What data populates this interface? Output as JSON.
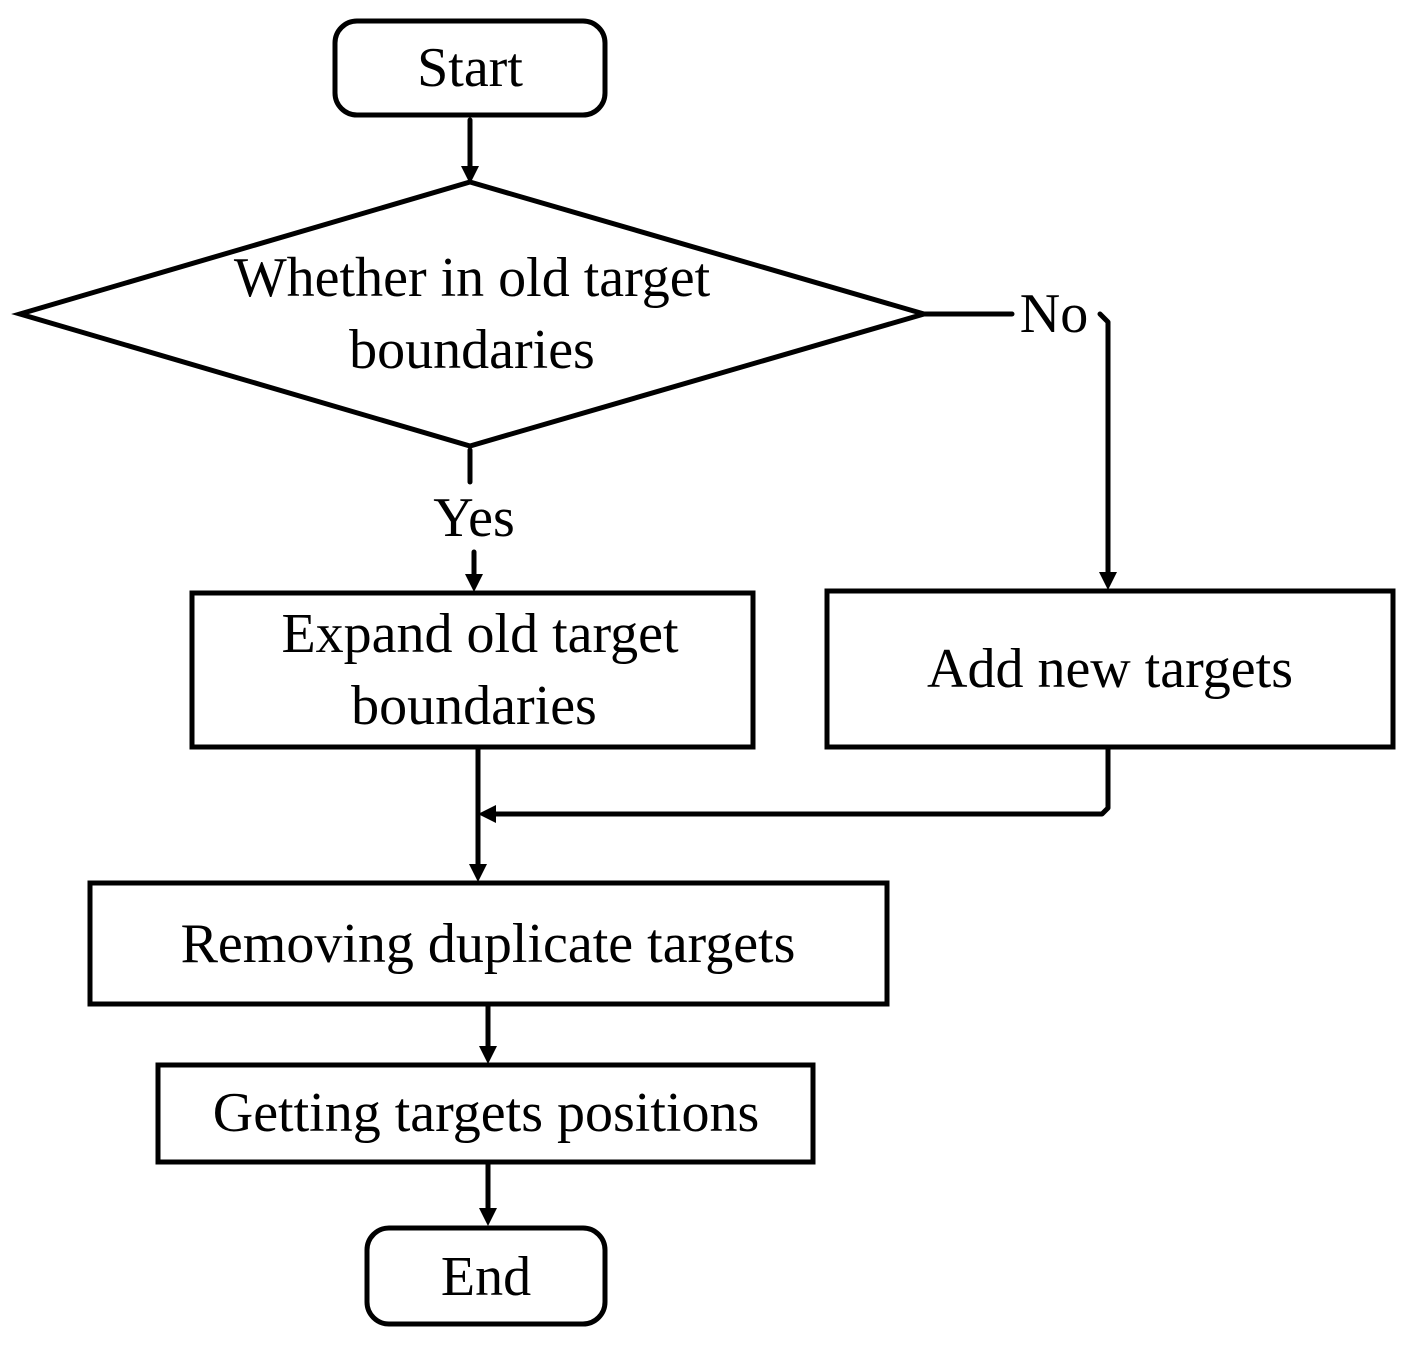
{
  "nodes": {
    "start": {
      "label": "Start"
    },
    "decision": {
      "line1": "Whether in old target",
      "line2": "boundaries"
    },
    "expand": {
      "line1": "Expand old target",
      "line2": "boundaries"
    },
    "add": {
      "label": "Add new targets"
    },
    "remove": {
      "label": "Removing duplicate targets"
    },
    "positions": {
      "label": "Getting targets positions"
    },
    "end": {
      "label": "End"
    }
  },
  "edges": {
    "yes_label": "Yes",
    "no_label": "No"
  },
  "colors": {
    "stroke": "#000000",
    "background": "#ffffff"
  }
}
